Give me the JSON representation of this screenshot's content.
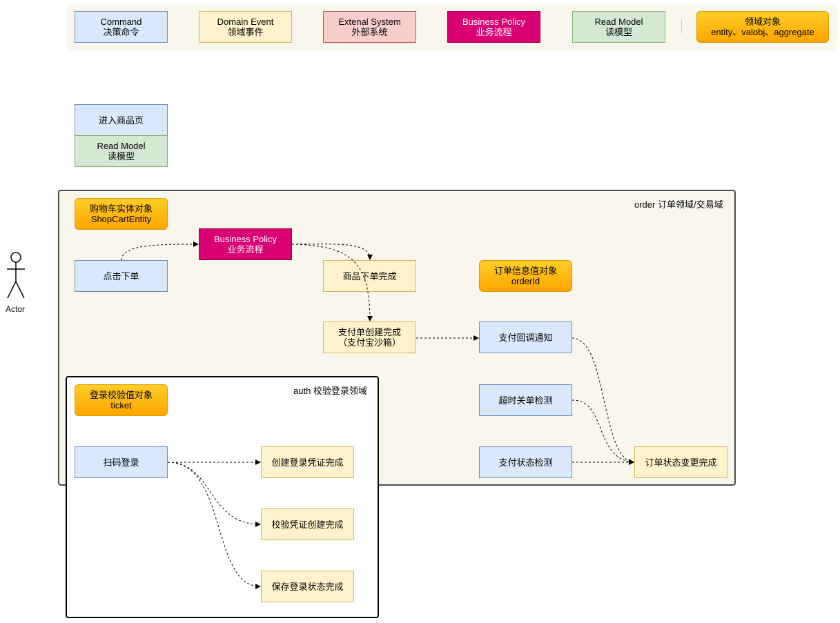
{
  "legend": {
    "command": {
      "line1": "Command",
      "line2": "决策命令"
    },
    "domain_event": {
      "line1": "Domain Event",
      "line2": "领域事件"
    },
    "external_system": {
      "line1": "Extenal System",
      "line2": "外部系统"
    },
    "business_policy": {
      "line1": "Business Policy",
      "line2": "业务流程"
    },
    "read_model": {
      "line1": "Read Model",
      "line2": "读模型"
    },
    "domain_object": {
      "line1": "领域对象",
      "line2": "entity、valobj、aggregate"
    }
  },
  "top": {
    "enter_product_page": "进入商品页",
    "read_model": {
      "line1": "Read Model",
      "line2": "读模型"
    }
  },
  "actor": {
    "label": "Actor"
  },
  "order_domain": {
    "title": "order 订单领域/交易域",
    "cart_entity": {
      "line1": "购物车实体对象",
      "line2": "ShopCartEntity"
    },
    "policy": {
      "line1": "Business Policy",
      "line2": "业务流程"
    },
    "click_order": "点击下单",
    "order_done": "商品下单完成",
    "order_info_obj": {
      "line1": "订单信息值对象",
      "line2": "orderId"
    },
    "pay_order_created": {
      "line1": "支付单创建完成",
      "line2": "（支付宝沙箱）"
    },
    "pay_callback": "支付回调通知",
    "timeout_close": "超时关单检测",
    "pay_status_check": "支付状态检测",
    "order_status_changed": "订单状态变更完成"
  },
  "auth_domain": {
    "title": "auth 校验登录领域",
    "ticket_obj": {
      "line1": "登录校验值对象",
      "line2": "ticket"
    },
    "scan_login": "扫码登录",
    "credential_created": "创建登录凭证完成",
    "credential_verified": "校验凭证创建完成",
    "login_state_saved": "保存登录状态完成"
  },
  "colors": {
    "command": "#dae8fc",
    "domain_event": "#fff2cc",
    "external_system": "#f8cecc",
    "business_policy": "#d80073",
    "read_model": "#d5e8d4",
    "domain_object": "#ffb570"
  }
}
